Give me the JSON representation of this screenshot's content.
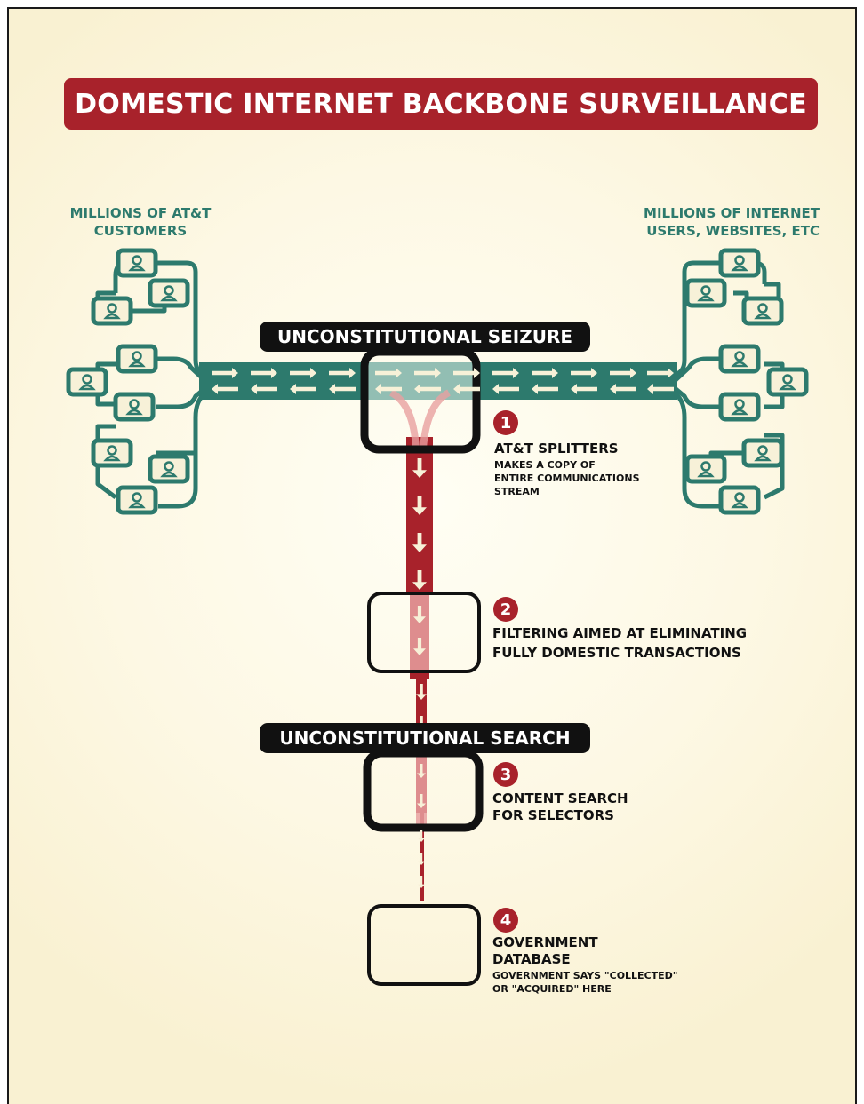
{
  "title": "DOMESTIC INTERNET BACKBONE SURVEILLANCE",
  "left_group": {
    "line1": "MILLIONS OF AT&T",
    "line2": "CUSTOMERS"
  },
  "right_group": {
    "line1": "MILLIONS OF INTERNET",
    "line2": "USERS, WEBSITES, ETC"
  },
  "banners": {
    "seizure": "UNCONSTITUTIONAL SEIZURE",
    "search": "UNCONSTITUTIONAL SEARCH"
  },
  "steps": [
    {
      "number": "1",
      "title_lines": [
        "AT&T SPLITTERS"
      ],
      "sub_lines": [
        "MAKES A COPY OF",
        "ENTIRE COMMUNICATIONS",
        "STREAM"
      ]
    },
    {
      "number": "2",
      "title_lines": [
        "FILTERING AIMED AT ELIMINATING",
        "FULLY DOMESTIC TRANSACTIONS"
      ],
      "sub_lines": []
    },
    {
      "number": "3",
      "title_lines": [
        "CONTENT SEARCH",
        "FOR SELECTORS"
      ],
      "sub_lines": []
    },
    {
      "number": "4",
      "title_lines": [
        "GOVERNMENT",
        "DATABASE"
      ],
      "sub_lines": [
        "GOVERNMENT SAYS \"COLLECTED\"",
        "OR \"ACQUIRED\" HERE"
      ]
    }
  ],
  "icons": {
    "user": "user-icon",
    "arrow": "arrow-icon"
  },
  "colors": {
    "teal": "#2d7a6d",
    "red": "#a8222b",
    "pink": "#e8a0a0",
    "cream": "#f7f1d8",
    "black": "#111111"
  }
}
